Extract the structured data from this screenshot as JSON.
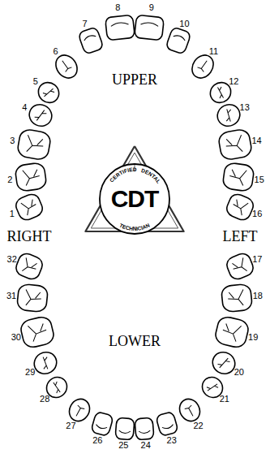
{
  "diagram": {
    "labels": [
      "1",
      "2",
      "3",
      "4",
      "5",
      "6",
      "7",
      "8",
      "9",
      "10",
      "11",
      "12",
      "13",
      "14",
      "15",
      "16",
      "17",
      "18",
      "19",
      "20",
      "21",
      "22",
      "23",
      "24",
      "25",
      "26",
      "27",
      "28",
      "29",
      "30",
      "31",
      "32",
      "UPPER",
      "LOWER",
      "RIGHT",
      "LEFT",
      "CDT",
      "CERTIFIED",
      "DENTAL",
      "TECHNICIAN"
    ]
  }
}
